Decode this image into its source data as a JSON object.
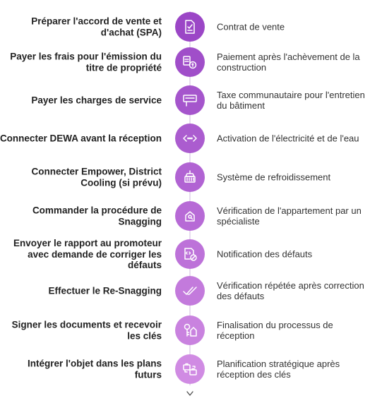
{
  "steps": [
    {
      "title": "Préparer l'accord de vente et d'achat (SPA)",
      "icon": "contract-sign-icon",
      "color": "#9b46c6",
      "desc": "Contrat de vente"
    },
    {
      "title": "Payer les frais pour l'émission du titre de propriété",
      "icon": "payment-exchange-icon",
      "color": "#a04ec9",
      "desc": "Paiement après l'achèvement de la construction"
    },
    {
      "title": "Payer les charges de service",
      "icon": "rent-sign-icon",
      "color": "#a555cc",
      "desc": "Taxe communautaire pour l'entretien du bâtiment"
    },
    {
      "title": "Connecter DEWA avant la réception",
      "icon": "code-connect-icon",
      "color": "#ab5ccf",
      "desc": "Activation de l'électricité et de l'eau"
    },
    {
      "title": "Connecter Empower, District Cooling (si prévu)",
      "icon": "cooling-unit-icon",
      "color": "#b163d3",
      "desc": "Système de refroidissement"
    },
    {
      "title": "Commander la procédure de Snagging",
      "icon": "home-inspection-icon",
      "color": "#b76ad6",
      "desc": "Vérification de l'appartement par un spécialiste"
    },
    {
      "title": "Envoyer le rapport au promoteur avec demande de corriger les défauts",
      "icon": "defect-report-icon",
      "color": "#bd72d9",
      "desc": "Notification des défauts"
    },
    {
      "title": "Effectuer le Re-Snagging",
      "icon": "double-check-icon",
      "color": "#c37adc",
      "desc": "Vérification répétée après correction des défauts"
    },
    {
      "title": "Signer les documents et recevoir les clés",
      "icon": "keys-icon",
      "color": "#c982df",
      "desc": "Finalisation du processus de réception"
    },
    {
      "title": "Intégrer l'objet dans les plans futurs",
      "icon": "planning-briefcase-icon",
      "color": "#d08be3",
      "desc": "Planification stratégique après réception des clés"
    }
  ],
  "end_icon": "chevron-down-icon"
}
